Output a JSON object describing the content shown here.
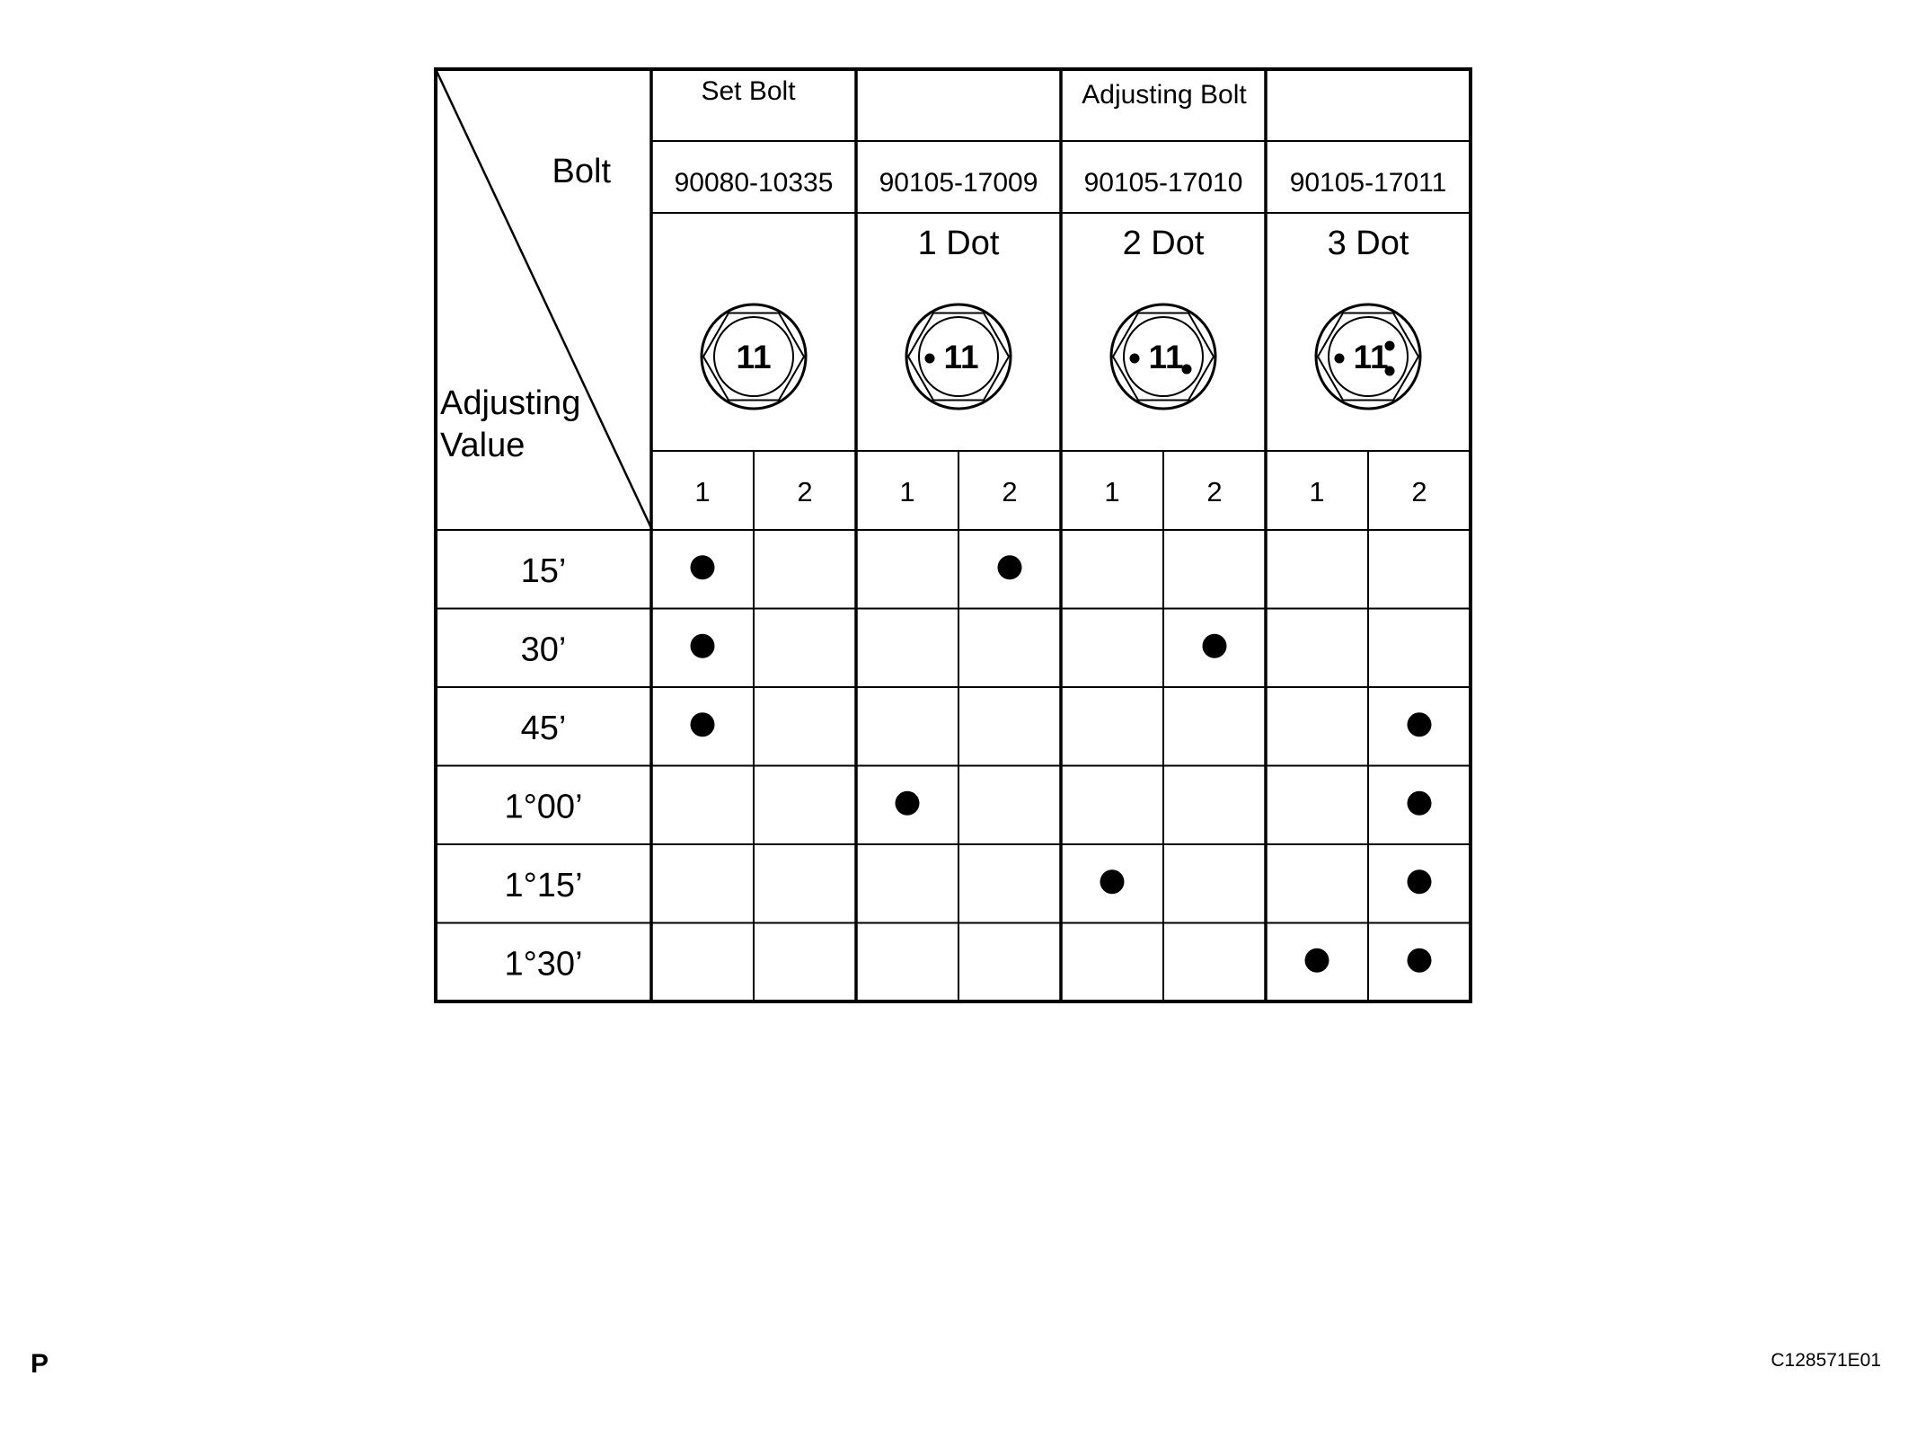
{
  "header": {
    "corner_top": "Bolt",
    "corner_bottom_line1": "Adjusting",
    "corner_bottom_line2": "Value",
    "set_bolt_label": "Set Bolt",
    "adjusting_bolt_label": "Adjusting Bolt"
  },
  "bolts": [
    {
      "part_number": "90080-10335",
      "dot_label": "",
      "head_number": "11",
      "dots": 0
    },
    {
      "part_number": "90105-17009",
      "dot_label": "1 Dot",
      "head_number": "11",
      "dots": 1
    },
    {
      "part_number": "90105-17010",
      "dot_label": "2 Dot",
      "head_number": "11",
      "dots": 2
    },
    {
      "part_number": "90105-17011",
      "dot_label": "3 Dot",
      "head_number": "11",
      "dots": 3
    }
  ],
  "positions": [
    "1",
    "2",
    "1",
    "2",
    "1",
    "2",
    "1",
    "2"
  ],
  "rows": [
    {
      "value": "15’",
      "marks": [
        1,
        0,
        0,
        1,
        0,
        0,
        0,
        0
      ]
    },
    {
      "value": "30’",
      "marks": [
        1,
        0,
        0,
        0,
        0,
        1,
        0,
        0
      ]
    },
    {
      "value": "45’",
      "marks": [
        1,
        0,
        0,
        0,
        0,
        0,
        0,
        1
      ]
    },
    {
      "value": "1°00’",
      "marks": [
        0,
        0,
        1,
        0,
        0,
        0,
        0,
        1
      ]
    },
    {
      "value": "1°15’",
      "marks": [
        0,
        0,
        0,
        0,
        1,
        0,
        0,
        1
      ]
    },
    {
      "value": "1°30’",
      "marks": [
        0,
        0,
        0,
        0,
        0,
        0,
        1,
        1
      ]
    }
  ],
  "footer": {
    "page_letter": "P",
    "figure_id": "C128571E01"
  }
}
